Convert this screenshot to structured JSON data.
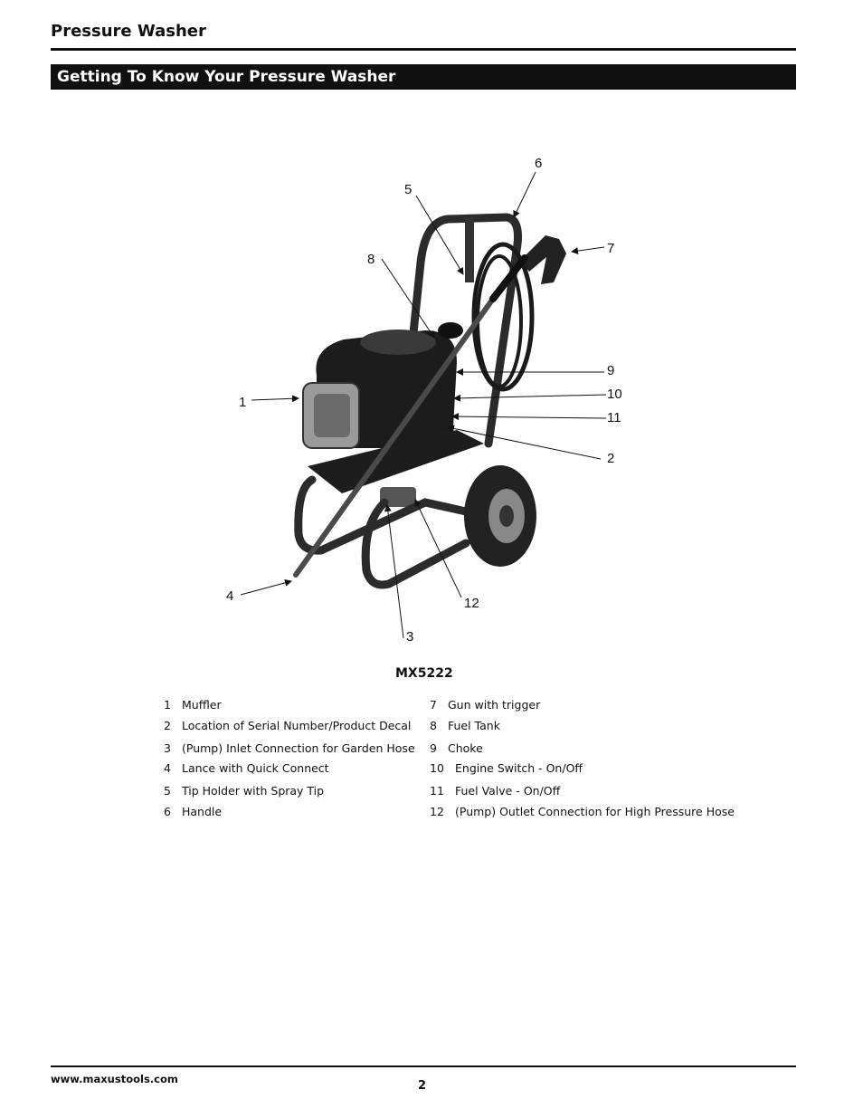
{
  "header": {
    "title": "Pressure Washer",
    "section_title": "Getting To Know Your Pressure Washer"
  },
  "figure": {
    "model": "MX5222",
    "callouts": [
      "1",
      "2",
      "3",
      "4",
      "5",
      "6",
      "7",
      "8",
      "9",
      "10",
      "11",
      "12"
    ]
  },
  "legend": {
    "left": [
      {
        "num": "1",
        "label": "Muffler"
      },
      {
        "num": "2",
        "label": "Location of Serial Number/Product Decal"
      },
      {
        "num": "3",
        "label": "(Pump) Inlet Connection for Garden Hose"
      },
      {
        "num": "4",
        "label": "Lance with Quick Connect"
      },
      {
        "num": "5",
        "label": "Tip Holder with Spray Tip"
      },
      {
        "num": "6",
        "label": "Handle"
      }
    ],
    "right": [
      {
        "num": "7",
        "label": "Gun with trigger"
      },
      {
        "num": "8",
        "label": "Fuel Tank"
      },
      {
        "num": "9",
        "label": "Choke"
      },
      {
        "num": "10",
        "label": "Engine Switch - On/Off"
      },
      {
        "num": "11",
        "label": "Fuel Valve - On/Off"
      },
      {
        "num": "12",
        "label": "(Pump) Outlet Connection for High Pressure Hose"
      }
    ]
  },
  "footer": {
    "url": "www.maxustools.com",
    "page_number": "2"
  }
}
